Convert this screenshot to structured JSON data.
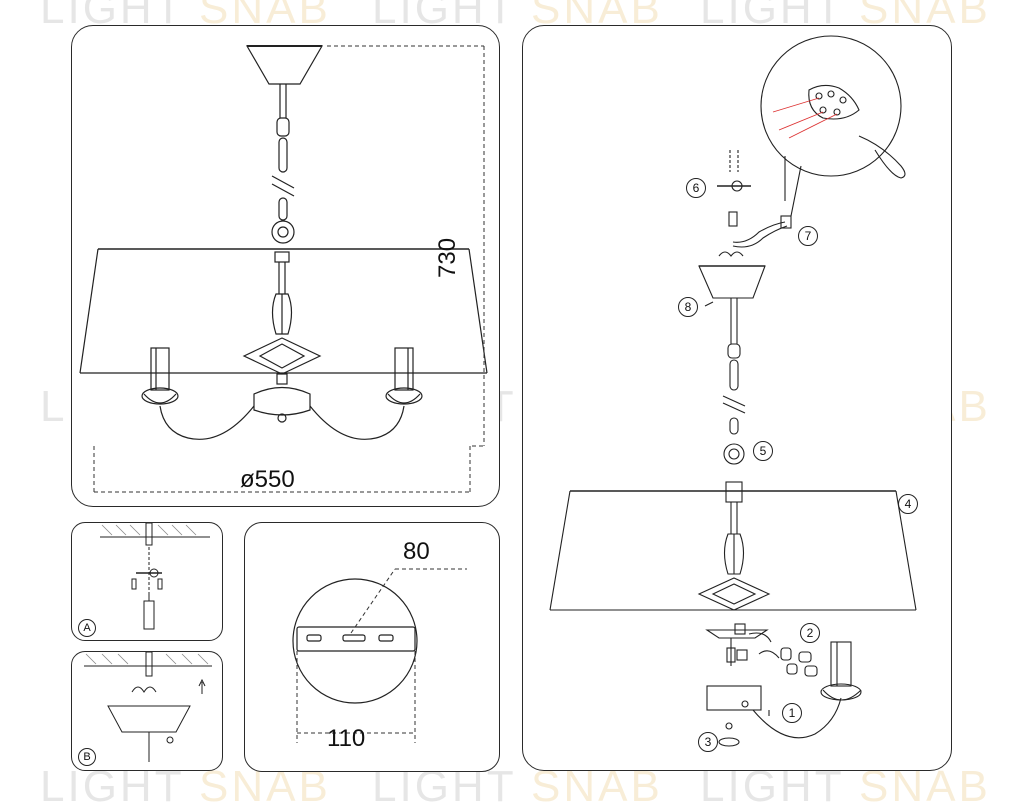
{
  "watermark": {
    "part1": "LIGHT",
    "part2": "SNAB"
  },
  "dimensions": {
    "height": "730",
    "diameter": "ø550",
    "plate_width": "80",
    "plate_length": "110"
  },
  "callouts": [
    "1",
    "2",
    "3",
    "4",
    "5",
    "6",
    "7",
    "8"
  ],
  "panel_labels": {
    "a": "A",
    "b": "B"
  }
}
